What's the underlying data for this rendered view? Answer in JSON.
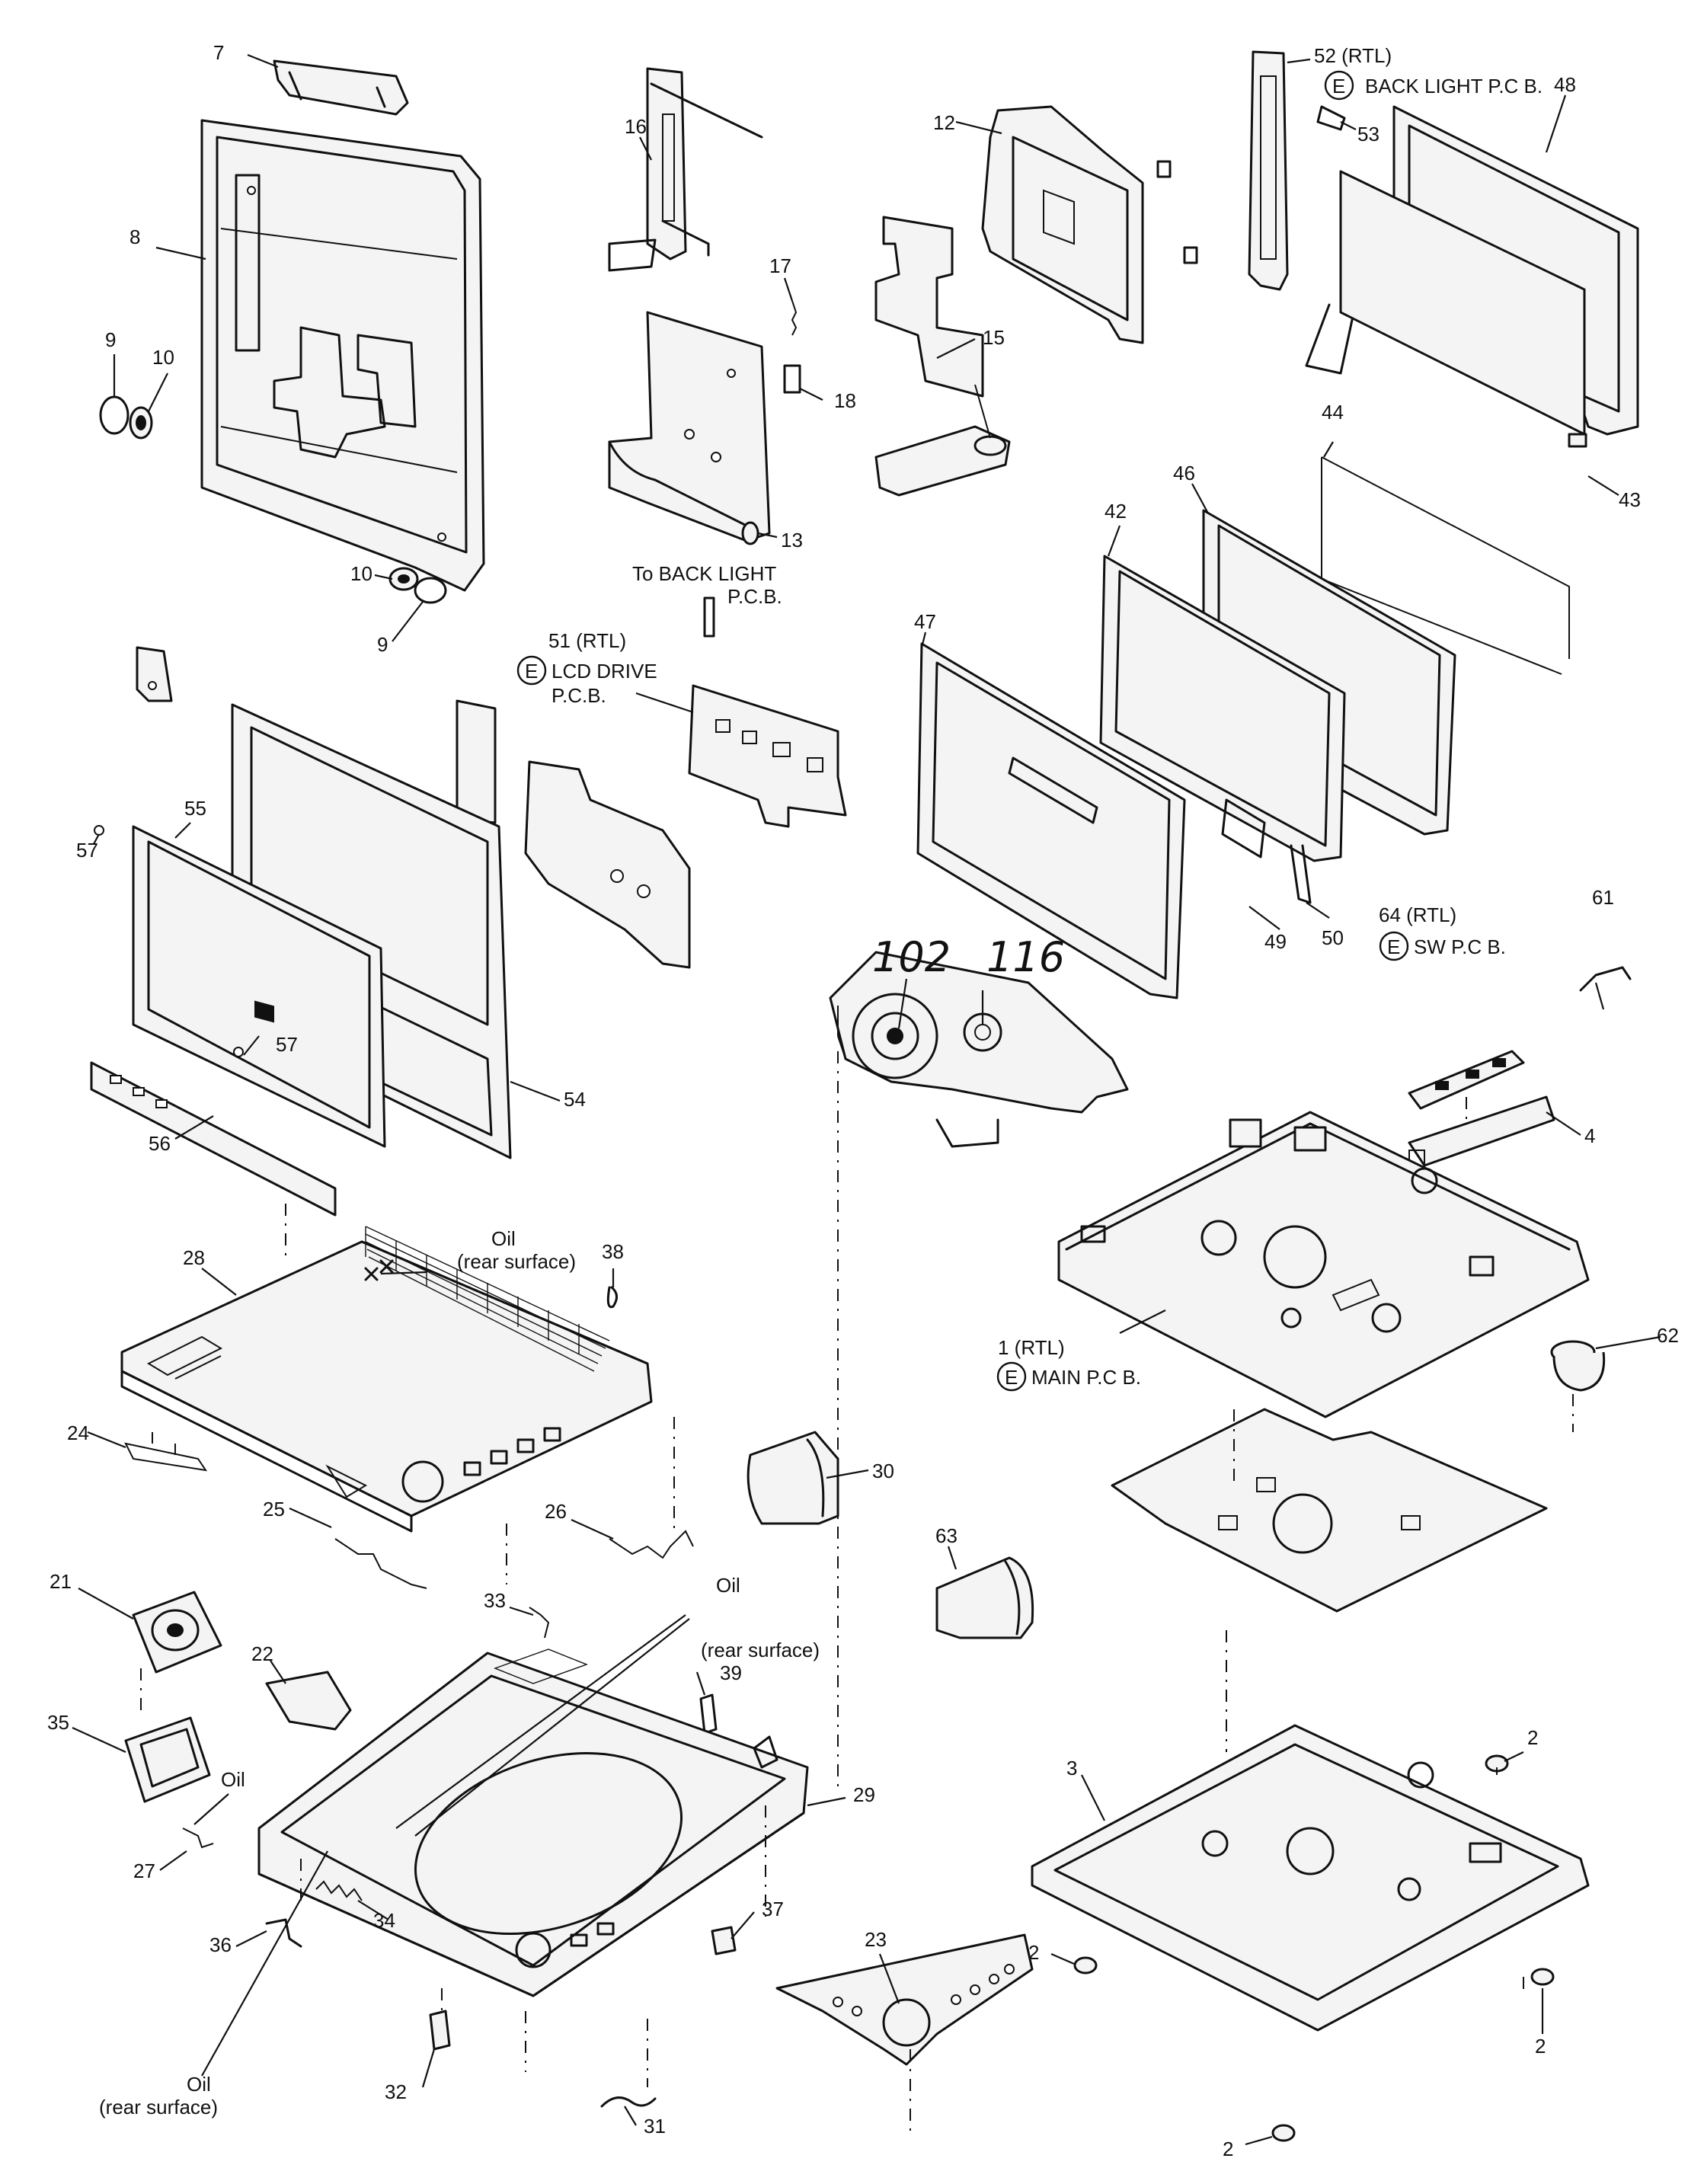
{
  "labels": {
    "l7": "7",
    "l8": "8",
    "l9a": "9",
    "l10a": "10",
    "l10b": "10",
    "l9b": "9",
    "l16": "16",
    "l17": "17",
    "l18": "18",
    "l13": "13",
    "l12": "12",
    "l15": "15",
    "l52": "52 (RTL)",
    "l52_pcb": "BACK LIGHT P.C B.",
    "l53": "53",
    "l48": "48",
    "l43": "43",
    "l44": "44",
    "l46": "46",
    "l42": "42",
    "l47": "47",
    "l49": "49",
    "l50": "50",
    "to_backlight_1": "To BACK LIGHT",
    "to_backlight_2": "P.C.B.",
    "l51": "51 (RTL)",
    "l51_pcb1": "LCD DRIVE",
    "l51_pcb2": "P.C.B.",
    "l55": "55",
    "l57a": "57",
    "l57b": "57",
    "l54": "54",
    "l56": "56",
    "l102": "102",
    "l116": "116",
    "l64": "64 (RTL)",
    "l64_pcb": "SW P.C B.",
    "l61": "61",
    "l4": "4",
    "l1": "1 (RTL)",
    "l1_pcb": "MAIN P.C B.",
    "l62": "62",
    "l28": "28",
    "oil1": "Oil",
    "oil1_sub": "(rear surface)",
    "l38": "38",
    "l24": "24",
    "l25": "25",
    "l26": "26",
    "l30": "30",
    "l63": "63",
    "l21": "21",
    "l22": "22",
    "l33": "33",
    "oil2": "Oil",
    "oil2_sub": "(rear surface)",
    "l39": "39",
    "l35": "35",
    "oil3": "Oil",
    "l27": "27",
    "l34": "34",
    "l36": "36",
    "oil4": "Oil",
    "oil4_sub": "(rear surface)",
    "l29": "29",
    "l37": "37",
    "l32": "32",
    "l31": "31",
    "l23": "23",
    "l3": "3",
    "l2a": "2",
    "l2b": "2",
    "l2c": "2",
    "l2d": "2",
    "e_mark": "E"
  }
}
